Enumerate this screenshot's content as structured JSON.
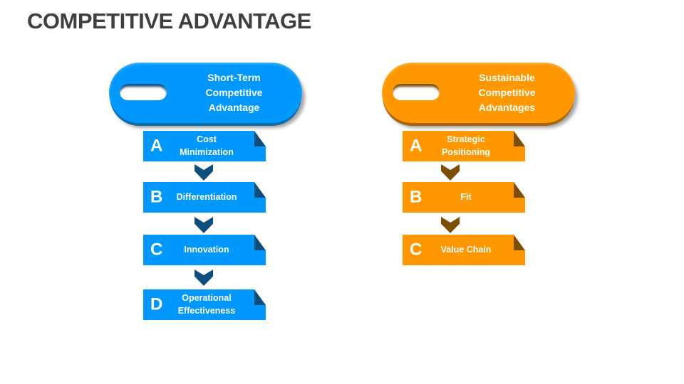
{
  "title": "COMPETITIVE ADVANTAGE",
  "colors": {
    "blue": "#0098FC",
    "blue_dark": "#0E4E7E",
    "blue_edge": "#0E6CAD",
    "orange": "#FF9800",
    "orange_dark": "#7D4E05",
    "orange_edge": "#A96309",
    "title_text": "#3F3F3F",
    "text_on_fill": "#FFFFFF"
  },
  "columns": [
    {
      "id": "short-term",
      "header": "Short-Term\nCompetitive\nAdvantage",
      "items": [
        {
          "letter": "A",
          "label": "Cost\nMinimization"
        },
        {
          "letter": "B",
          "label": "Differentiation"
        },
        {
          "letter": "C",
          "label": "Innovation"
        },
        {
          "letter": "D",
          "label": "Operational\nEffectiveness"
        }
      ]
    },
    {
      "id": "sustainable",
      "header": "Sustainable\nCompetitive\nAdvantages",
      "items": [
        {
          "letter": "A",
          "label": "Strategic\nPositioning"
        },
        {
          "letter": "B",
          "label": "Fit"
        },
        {
          "letter": "C",
          "label": "Value Chain"
        }
      ]
    }
  ]
}
